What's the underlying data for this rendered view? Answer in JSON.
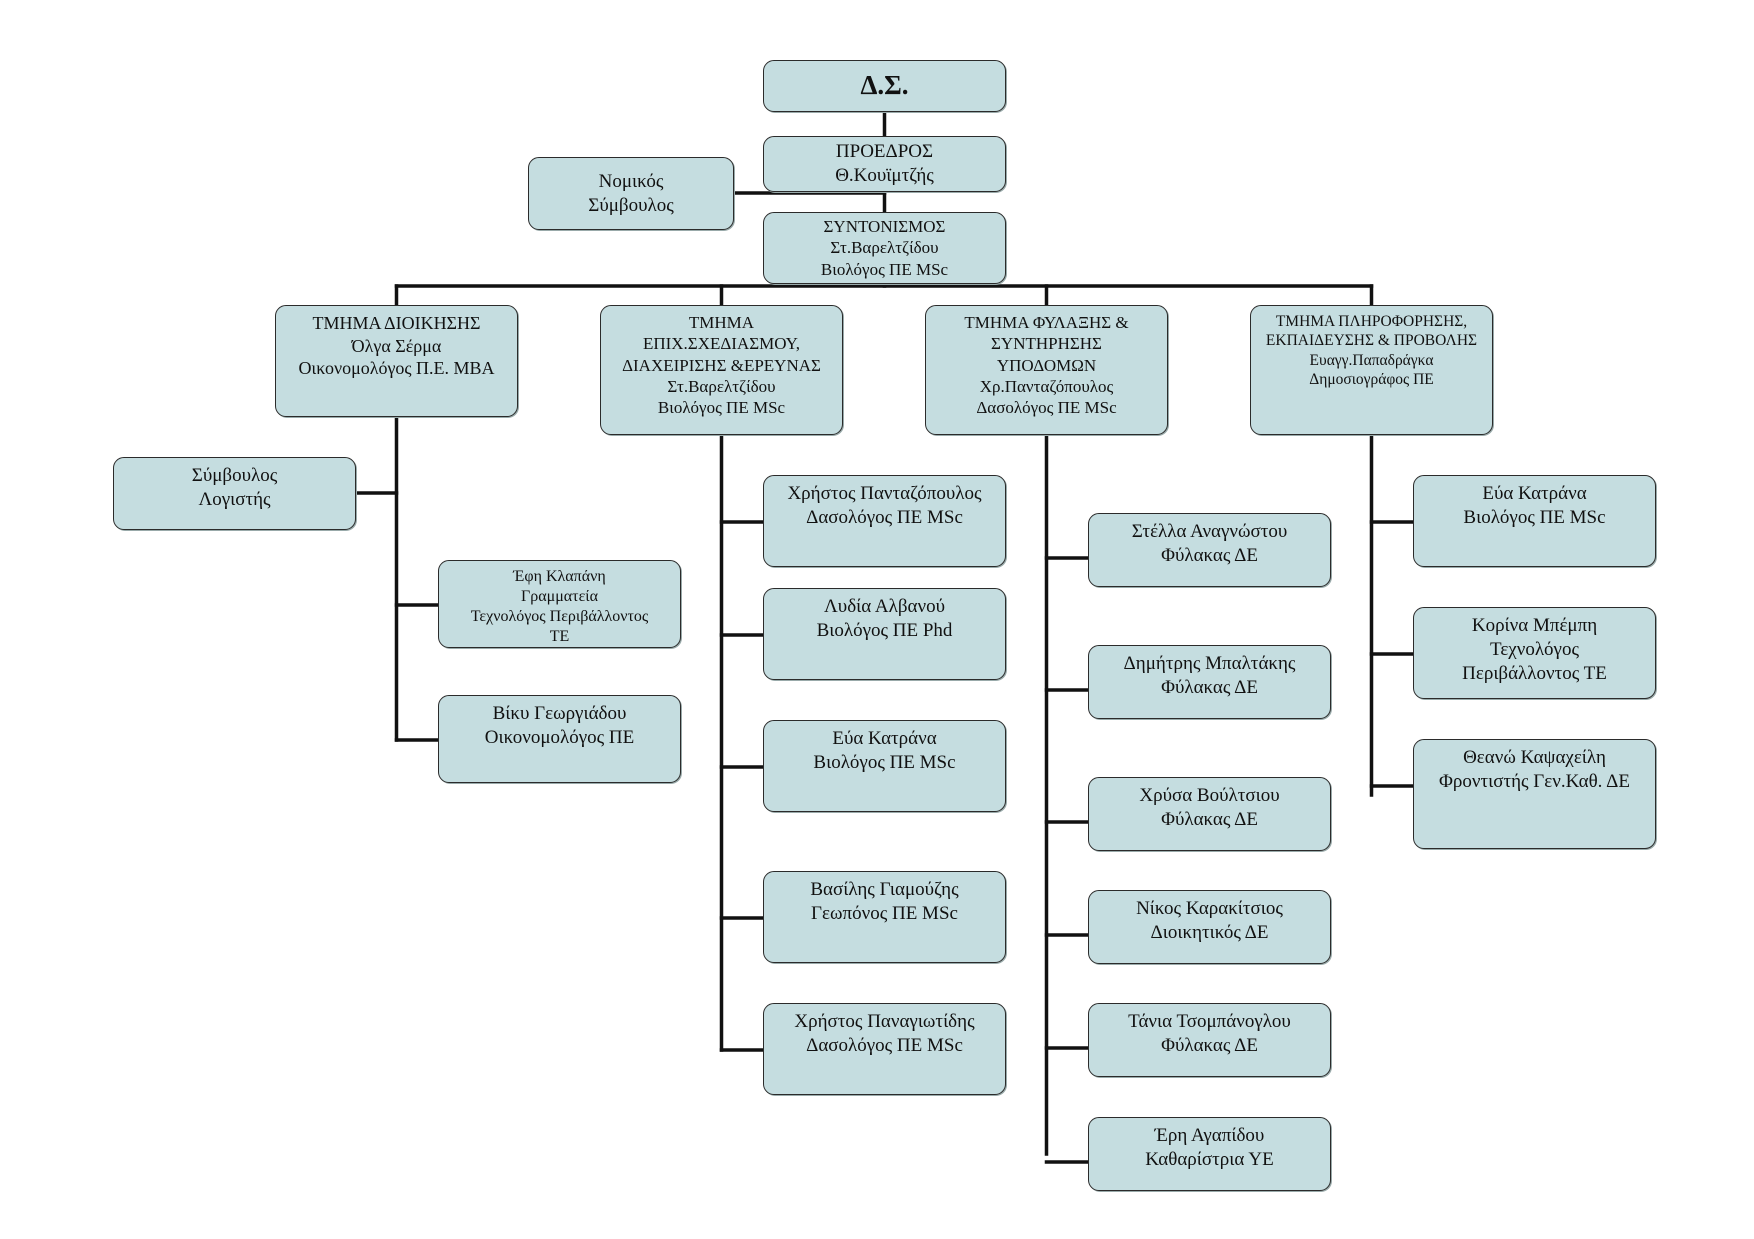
{
  "board": {
    "title": "Δ.Σ."
  },
  "president": {
    "lines": [
      "ΠΡΟΕΔΡΟΣ",
      "Θ.Κουϊμτζής"
    ]
  },
  "legal": {
    "lines": [
      "Νομικός",
      "Σύμβουλος"
    ]
  },
  "coordination": {
    "lines": [
      "ΣΥΝΤΟΝΙΣΜΟΣ",
      "Στ.Βαρελτζίδου",
      "Βιολόγος ΠΕ MSc"
    ]
  },
  "departments": [
    {
      "lines": [
        "ΤΜΗΜΑ ΔΙΟΙΚΗΣΗΣ",
        "Όλγα Σέρμα",
        "Οικονομολόγος Π.Ε. ΜΒΑ"
      ],
      "advisor": {
        "lines": [
          "Σύμβουλος",
          "Λογιστής"
        ]
      },
      "members": [
        {
          "lines": [
            "Έφη Κλαπάνη",
            "Γραμματεία",
            "Τεχνολόγος Περιβάλλοντος",
            "ΤΕ"
          ]
        },
        {
          "lines": [
            "Βίκυ Γεωργιάδου",
            "Οικονομολόγος ΠΕ"
          ]
        }
      ]
    },
    {
      "lines": [
        "ΤΜΗΜΑ",
        "ΕΠΙΧ.ΣΧΕΔΙΑΣΜΟΥ,",
        "ΔΙΑΧΕΙΡΙΣΗΣ &ΕΡΕΥΝΑΣ",
        "Στ.Βαρελτζίδου",
        "Βιολόγος ΠΕ MSc"
      ],
      "members": [
        {
          "lines": [
            "Χρήστος Πανταζόπουλος",
            "Δασολόγος ΠΕ MSc"
          ]
        },
        {
          "lines": [
            "Λυδία Αλβανού",
            "Βιολόγος ΠΕ Phd"
          ]
        },
        {
          "lines": [
            "Εύα Κατράνα",
            "Βιολόγος ΠΕ MSc"
          ]
        },
        {
          "lines": [
            "Βασίλης Γιαμούζης",
            "Γεωπόνος ΠΕ MSc"
          ]
        },
        {
          "lines": [
            "Χρήστος Παναγιωτίδης",
            "Δασολόγος ΠΕ MSc"
          ]
        }
      ]
    },
    {
      "lines": [
        "ΤΜΗΜΑ ΦΥΛΑΞΗΣ &",
        "ΣΥΝΤΗΡΗΣΗΣ",
        "ΥΠΟΔΟΜΩΝ",
        "Χρ.Πανταζόπουλος",
        "Δασολόγος ΠΕ MSc"
      ],
      "members": [
        {
          "lines": [
            "Στέλλα Αναγνώστου",
            "Φύλακας ΔΕ"
          ]
        },
        {
          "lines": [
            "Δημήτρης Μπαλτάκης",
            "Φύλακας ΔΕ"
          ]
        },
        {
          "lines": [
            "Χρύσα Βούλτσιου",
            "Φύλακας ΔΕ"
          ]
        },
        {
          "lines": [
            "Νίκος Καρακίτσιος",
            "Διοικητικός ΔΕ"
          ]
        },
        {
          "lines": [
            "Τάνια Τσομπάνογλου",
            "Φύλακας ΔΕ"
          ]
        },
        {
          "lines": [
            "Έρη Αγαπίδου",
            "Καθαρίστρια ΥΕ"
          ]
        }
      ]
    },
    {
      "lines": [
        "ΤΜΗΜΑ ΠΛΗΡΟΦΟΡΗΣΗΣ,",
        "ΕΚΠΑΙΔΕΥΣΗΣ & ΠΡΟΒΟΛΗΣ",
        "Ευαγγ.Παπαδράγκα",
        "Δημοσιογράφος ΠΕ"
      ],
      "members": [
        {
          "lines": [
            "Εύα  Κατράνα",
            "Βιολόγος ΠΕ MSc"
          ]
        },
        {
          "lines": [
            "Κορίνα Μπέμπη",
            "Τεχνολόγος",
            "Περιβάλλοντος ΤΕ"
          ]
        },
        {
          "lines": [
            "Θεανώ Καψαχείλη",
            "Φροντιστής Γεν.Καθ. ΔΕ"
          ]
        }
      ]
    }
  ]
}
